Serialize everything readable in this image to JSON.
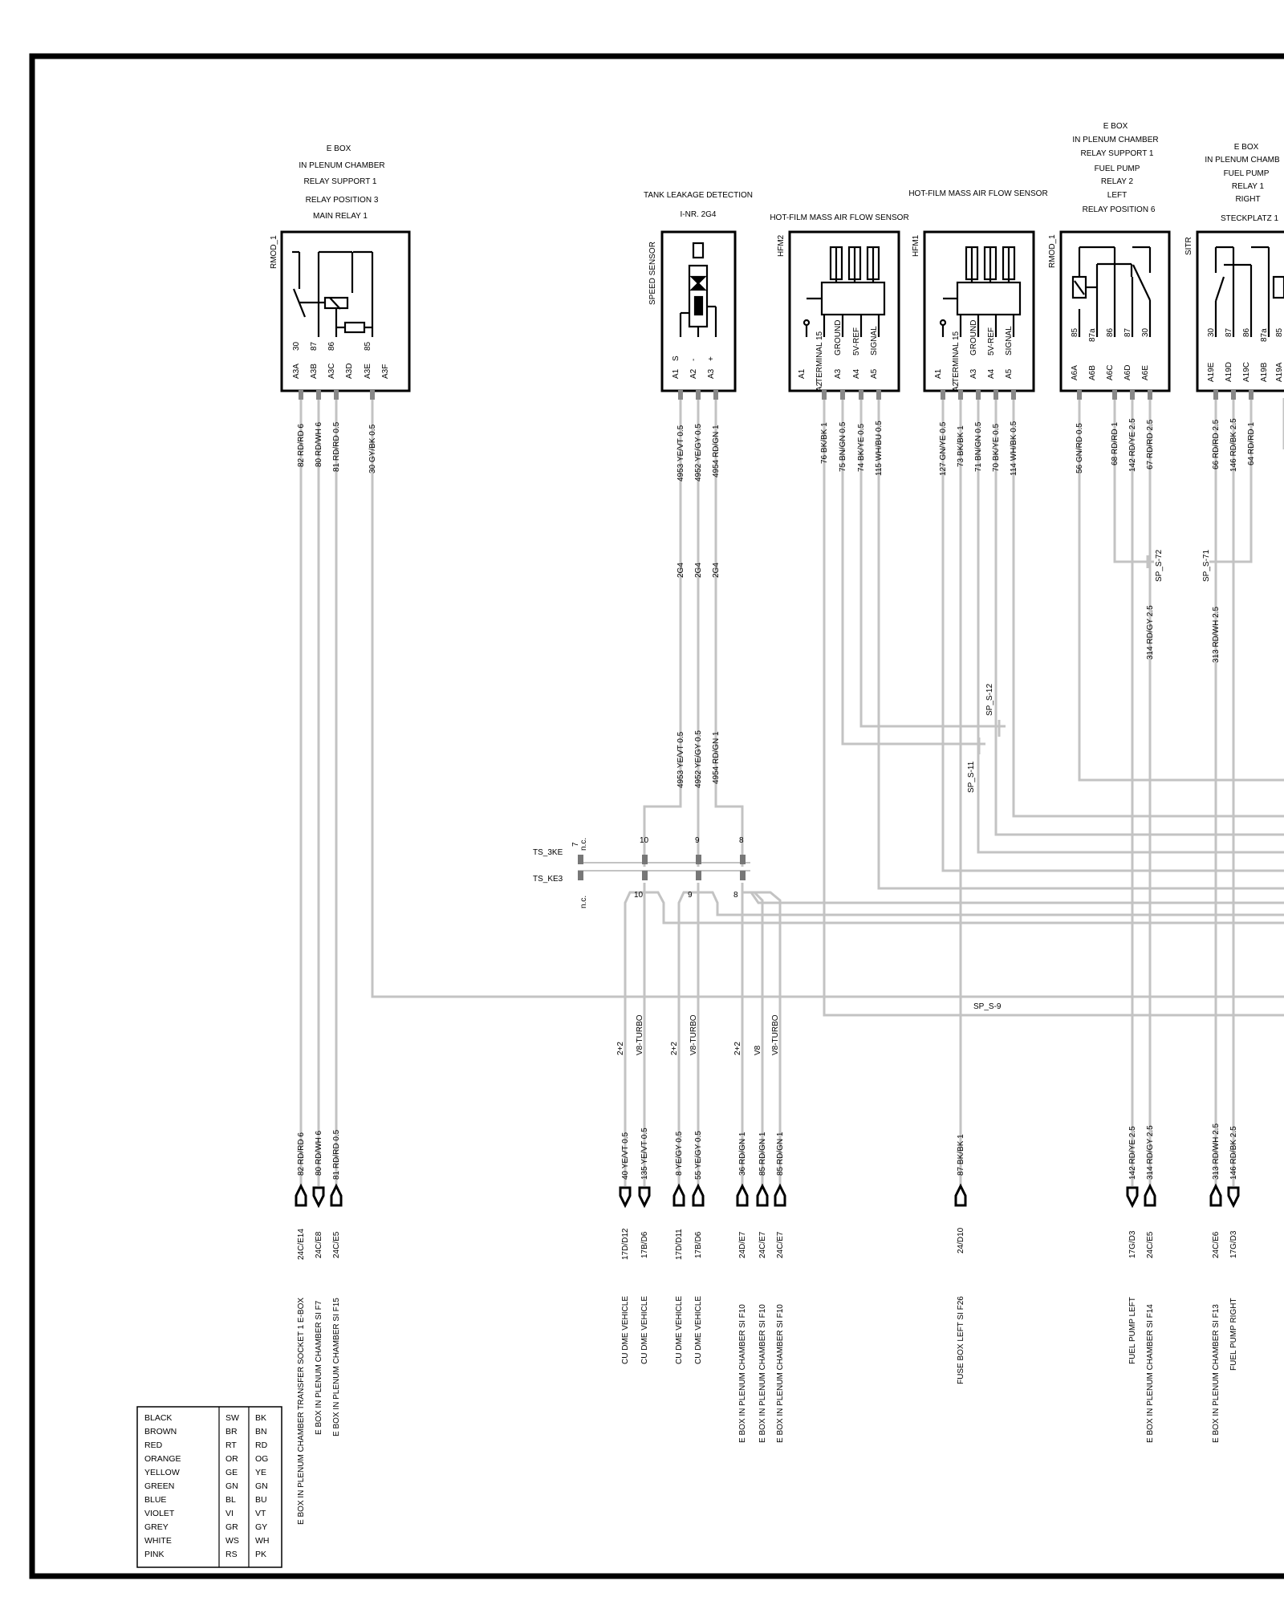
{
  "components": {
    "main_relay": {
      "id": "RMOD_1",
      "title_lines": [
        "E BOX",
        "IN PLENUM CHAMBER",
        "RELAY SUPPORT 1",
        "RELAY POSITION 3",
        "MAIN RELAY 1"
      ],
      "terminals": [
        "30",
        "87",
        "86",
        "85"
      ],
      "pins": [
        "A3A",
        "A3B",
        "A3C",
        "A3D",
        "A3E",
        "A3F"
      ]
    },
    "speed_sensor": {
      "id": "SPEED SENSOR",
      "title_lines": [
        "TANK LEAKAGE DETECTION",
        "I-NR. 2G4"
      ],
      "terminals": [
        "S",
        "-",
        "+"
      ],
      "pins": [
        "A1",
        "A2",
        "A3"
      ]
    },
    "hfm2": {
      "id": "HFM2",
      "title_lines": [
        "HOT-FILM MASS AIR FLOW SENSOR"
      ],
      "terminals": [
        "TERMINAL 15",
        "GROUND",
        "5V-REF",
        "SIGNAL"
      ],
      "pins": [
        "A1",
        "A2",
        "A3",
        "A4",
        "A5"
      ]
    },
    "hfm1": {
      "id": "HFM1",
      "title_lines": [
        "HOT-FILM MASS AIR FLOW SENSOR"
      ],
      "terminals": [
        "TERMINAL 15",
        "GROUND",
        "5V-REF",
        "SIGNAL"
      ],
      "pins": [
        "A1",
        "A2",
        "A3",
        "A4",
        "A5"
      ]
    },
    "fuel_relay_left": {
      "id": "RMOD_1",
      "title_lines": [
        "E BOX",
        "IN PLENUM CHAMBER",
        "RELAY SUPPORT 1",
        "FUEL PUMP",
        "RELAY 2",
        "LEFT",
        "RELAY POSITION 6"
      ],
      "terminals": [
        "85",
        "87a",
        "86",
        "87",
        "30"
      ],
      "pins": [
        "A6A",
        "A6B",
        "A6C",
        "A6D",
        "A6E"
      ]
    },
    "fuel_relay_right": {
      "id": "SITR",
      "title_lines": [
        "E BOX",
        "IN PLENUM CHAMB",
        "FUEL PUMP",
        "RELAY 1",
        "RIGHT",
        "STECKPLATZ 1"
      ],
      "terminals": [
        "30",
        "87",
        "86",
        "87a",
        "85"
      ],
      "pins": [
        "A19E",
        "A19D",
        "A19C",
        "A19B",
        "A19A"
      ]
    }
  },
  "wires": {
    "relay_top": [
      "82 RD/RD 6",
      "80 RD/WH 6",
      "81 RD/RD 0.5",
      "30 GY/BK 0.5"
    ],
    "sensor_top": [
      "4953 YE/VT 0.5",
      "4952 YE/GY 0.5",
      "4954 RD/GN 1"
    ],
    "sensor_codes": [
      "2G4",
      "2G4",
      "2G4"
    ],
    "sensor_mid": [
      "4953 YE/VT 0.5",
      "4952 YE/GY 0.5",
      "4954 RD/GN 1"
    ],
    "hfm2_top": [
      "76 BK/BK 1",
      "75 BN/GN 0.5",
      "74 BK/YE 0.5",
      "115 WH/BU 0.5"
    ],
    "hfm1_top": [
      "127 GN/YE 0.5",
      "73 BK/BK 1",
      "71 BN/GN 0.5",
      "70 BK/YE 0.5",
      "114 WH/BK 0.5"
    ],
    "left_relay_top": [
      "56 GN/RD 0.5",
      "68 RD/RD 1",
      "142 RD/YE 2.5",
      "67 RD/RD 2.5"
    ],
    "right_relay_top": [
      "66 RD/RD 2.5",
      "146 RD/BK 2.5",
      "64 RD/RD 1"
    ],
    "left_relay_mid": "314 RD/GY 2.5",
    "right_relay_mid": "313 RD/WH 2.5",
    "relay_bottom": [
      "82 RD/RD 6",
      "80 RD/WH 6",
      "81 RD/RD 0.5"
    ],
    "variant_bottom": [
      "40 YE/VT 0.5",
      "135 YE/VT 0.5",
      "8 YE/GY 0.5",
      "55 YE/GY 0.5",
      "36 RD/GN 1",
      "85 RD/GN 1",
      "85 RD/GN 1"
    ],
    "fuse_bottom": "87 BK/BK 1",
    "fuel_bottom": [
      "142 RD/YE 2.5",
      "314 RD/GY 2.5",
      "313 RD/WH 2.5",
      "146 RD/BK 2.5"
    ]
  },
  "splices": [
    "SP_S-72",
    "SP_S-71",
    "SP_S-12",
    "SP_S-11",
    "SP_S-9"
  ],
  "connector": {
    "names": [
      "TS_3KE",
      "TS_KE3"
    ],
    "nc": "n.c.",
    "nc_pin": "7",
    "pins_top": [
      "10",
      "9",
      "8"
    ],
    "pins_bottom": [
      "10",
      "9",
      "8"
    ]
  },
  "variants": [
    "2+2",
    "V8-TURBO",
    "2+2",
    "V8-TURBO",
    "2+2",
    "V8",
    "V8-TURBO"
  ],
  "destinations": {
    "relay": {
      "codes": [
        "24C/E14",
        "24C/E8",
        "24C/E5"
      ],
      "names": [
        "E BOX IN PLENUM CHAMBER TRANSFER SOCKET 1 E-BOX",
        "E BOX IN PLENUM CHAMBER SI F7",
        "E BOX IN PLENUM CHAMBER SI F15"
      ]
    },
    "dme": {
      "codes": [
        "17D/D12",
        "17B/D6",
        "17D/D11",
        "17B/D6",
        "24D/E7",
        "24C/E7",
        "24C/E7"
      ],
      "names": [
        "CU DME VEHICLE",
        "CU DME VEHICLE",
        "CU DME VEHICLE",
        "CU DME VEHICLE",
        "E BOX IN PLENUM CHAMBER SI F10",
        "E BOX IN PLENUM CHAMBER SI F10",
        "E BOX IN PLENUM CHAMBER SI F10"
      ]
    },
    "fuse": {
      "code": "24/D10",
      "name": "FUSE BOX LEFT SI F26"
    },
    "fuel": {
      "codes": [
        "17G/D3",
        "24C/E5",
        "24C/E6",
        "17G/D3"
      ],
      "names": [
        "FUEL PUMP LEFT",
        "E BOX IN PLENUM CHAMBER SI F14",
        "E BOX IN PLENUM CHAMBER SI F13",
        "FUEL PUMP RIGHT"
      ]
    }
  },
  "legend": [
    [
      "BLACK",
      "SW",
      "BK"
    ],
    [
      "BROWN",
      "BR",
      "BN"
    ],
    [
      "RED",
      "RT",
      "RD"
    ],
    [
      "ORANGE",
      "OR",
      "OG"
    ],
    [
      "YELLOW",
      "GE",
      "YE"
    ],
    [
      "GREEN",
      "GN",
      "GN"
    ],
    [
      "BLUE",
      "BL",
      "BU"
    ],
    [
      "VIOLET",
      "VI",
      "VT"
    ],
    [
      "GREY",
      "GR",
      "GY"
    ],
    [
      "WHITE",
      "WS",
      "WH"
    ],
    [
      "PINK",
      "RS",
      "PK"
    ]
  ],
  "colors": {
    "wire": "#c3c3c3",
    "ink": "#000000",
    "background": "#ffffff"
  }
}
